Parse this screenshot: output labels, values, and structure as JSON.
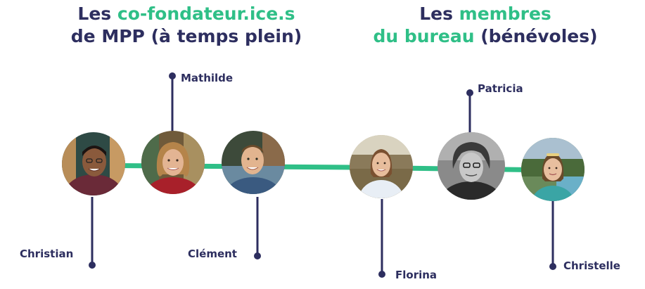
{
  "left_title": {
    "prefix": "Les ",
    "accent": "co-fondateur.ice.s",
    "line2": "de MPP (à temps plein)"
  },
  "right_title": {
    "prefix": "Les ",
    "accent1": "membres",
    "accent2": "du bureau",
    "suffix": " (bénévoles)"
  },
  "people": {
    "christian": "Christian",
    "mathilde": "Mathilde",
    "clement": "Clément",
    "florina": "Florina",
    "patricia": "Patricia",
    "christelle": "Christelle"
  },
  "colors": {
    "navy": "#2d2e5f",
    "green": "#2fbf87"
  }
}
